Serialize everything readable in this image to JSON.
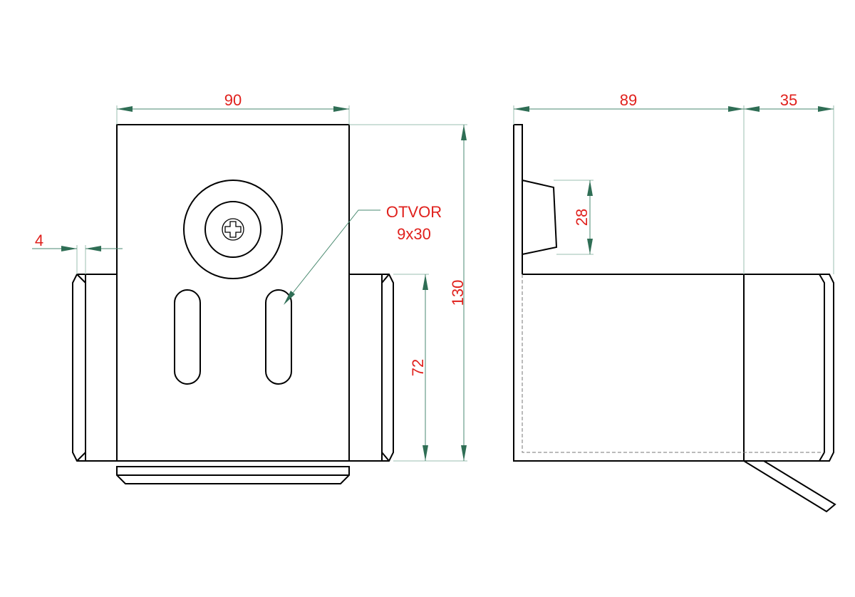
{
  "dimensions": {
    "width_front": "90",
    "height_total": "130",
    "flange_height": "72",
    "thickness": "4",
    "depth_side": "89",
    "flange_side": "35",
    "wedge_height": "28"
  },
  "callout": {
    "title": "OTVOR",
    "size": "9x30"
  },
  "colors": {
    "dimension_line": "#4a8a70",
    "dimension_text": "#e0201c",
    "outline": "#000000"
  }
}
